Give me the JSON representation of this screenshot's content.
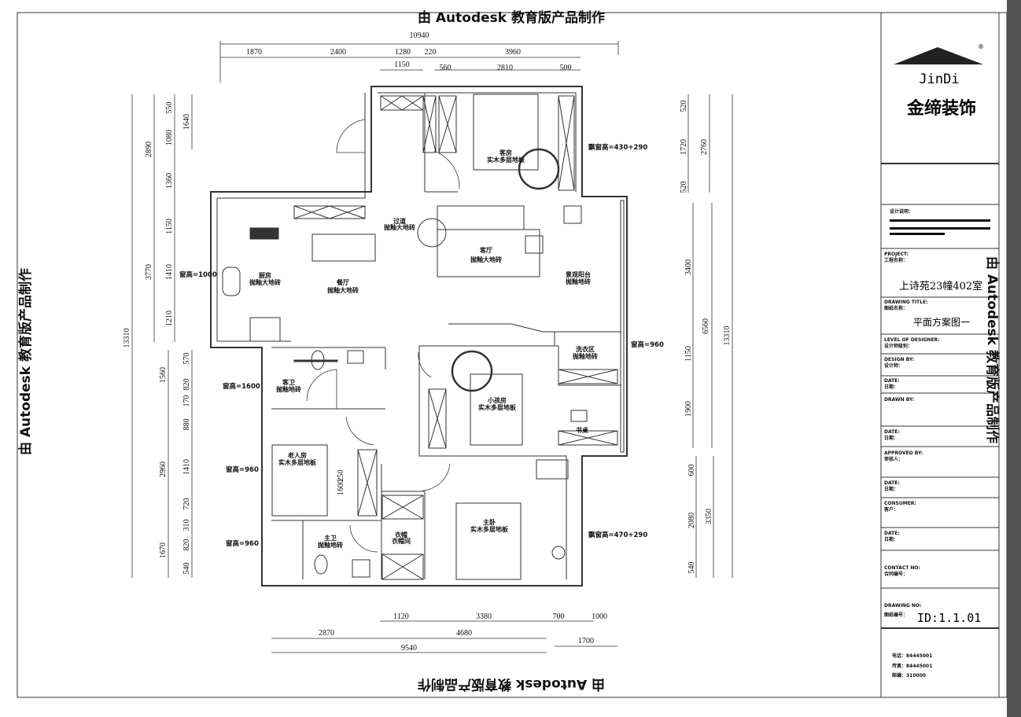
{
  "watermark": "由 Autodesk 教育版产品制作",
  "title_block": {
    "brand_en": "JinDi",
    "brand_cn": "金缔装饰",
    "notes_label": "设计说明：",
    "project_label_en": "PROJECT:",
    "project_label_cn": "工程名称：",
    "project_name": "上诗苑23幢402室",
    "drawing_title_en": "DRAWING TITLE:",
    "drawing_title_cn": "图纸名称：",
    "drawing_title": "平面方案图一",
    "level_en": "LEVEL OF DESIGNER:",
    "level_cn": "设计师级别：",
    "design_en": "DESIGN BY:",
    "design_cn": "设计师：",
    "date_en": "DATE:",
    "date_cn": "日期：",
    "drawn_en": "DRAWN BY:",
    "approved_en": "APPROVED BY:",
    "approved_cn": "审核人：",
    "consumer_en": "CONSUMER:",
    "consumer_cn": "客户：",
    "contract_en": "CONTACT NO:",
    "contract_cn": "合同编号：",
    "drawing_no_en": "DRAWING NO:",
    "drawing_no_cn": "图纸编号：",
    "drawing_no": "ID:1.1.01",
    "tel": "电话：84445001",
    "fax": "传真：84445001",
    "zip": "邮编：310000"
  },
  "dims": {
    "top": [
      "10940",
      "1870",
      "2400",
      "1280",
      "220",
      "3960",
      "1150",
      "560",
      "2810",
      "500"
    ],
    "left": [
      "2890",
      "550",
      "1080",
      "1360",
      "1640",
      "1150",
      "3770",
      "1410",
      "1210",
      "13310",
      "570",
      "1560",
      "820",
      "170",
      "880",
      "2960",
      "1410",
      "720",
      "310",
      "1670",
      "820",
      "540"
    ],
    "right": [
      "520",
      "1720",
      "2760",
      "520",
      "3400",
      "6560",
      "1150",
      "13310",
      "1900",
      "600",
      "2080",
      "3350",
      "540"
    ],
    "bottom": [
      "1120",
      "3380",
      "700",
      "1000",
      "2870",
      "4680",
      "9540",
      "1700"
    ],
    "inner": [
      "250",
      "1600"
    ]
  },
  "rooms": [
    {
      "name": "客房",
      "floor": "实木多层地板"
    },
    {
      "name": "过道",
      "floor": "抛釉大地砖"
    },
    {
      "name": "客厅",
      "floor": "抛釉大地砖"
    },
    {
      "name": "厨房",
      "floor": "抛釉大地砖"
    },
    {
      "name": "餐厅",
      "floor": "抛釉大地砖"
    },
    {
      "name": "景观阳台",
      "floor": "抛釉地砖"
    },
    {
      "name": "洗衣区",
      "floor": "抛釉地砖"
    },
    {
      "name": "小孩房",
      "floor": "实木多层地板"
    },
    {
      "name": "书桌",
      "floor": ""
    },
    {
      "name": "客卫",
      "floor": "抛釉地砖"
    },
    {
      "name": "老人房",
      "floor": "实木多层地板"
    },
    {
      "name": "主卫",
      "floor": "抛釉地砖"
    },
    {
      "name": "衣帽间",
      "floor": "衣帽间"
    },
    {
      "name": "主卧",
      "floor": "实木多层地板"
    }
  ],
  "windows": [
    "飘窗高=430+290",
    "窗高=1000",
    "窗高=960",
    "窗高=1600",
    "窗高=960",
    "窗高=960",
    "飘窗高=470+290"
  ]
}
